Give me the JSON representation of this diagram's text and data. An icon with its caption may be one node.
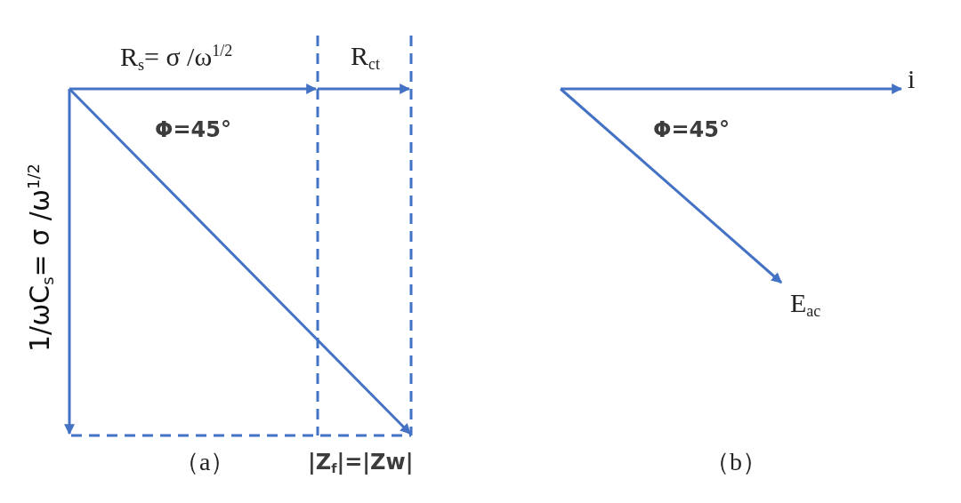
{
  "diagram": {
    "labels": [
      "R$_{s}$= σ /ω$^{1/2}$",
      "R$_{ct}$",
      "Φ=45°",
      "1/ωC$_{s}$= σ /ω$^{1/2}$",
      "（a）",
      "|Z$_{f}$|=|Zw|",
      "i",
      "Φ=45°",
      "E$_{ac}$",
      "（b）"
    ]
  }
}
